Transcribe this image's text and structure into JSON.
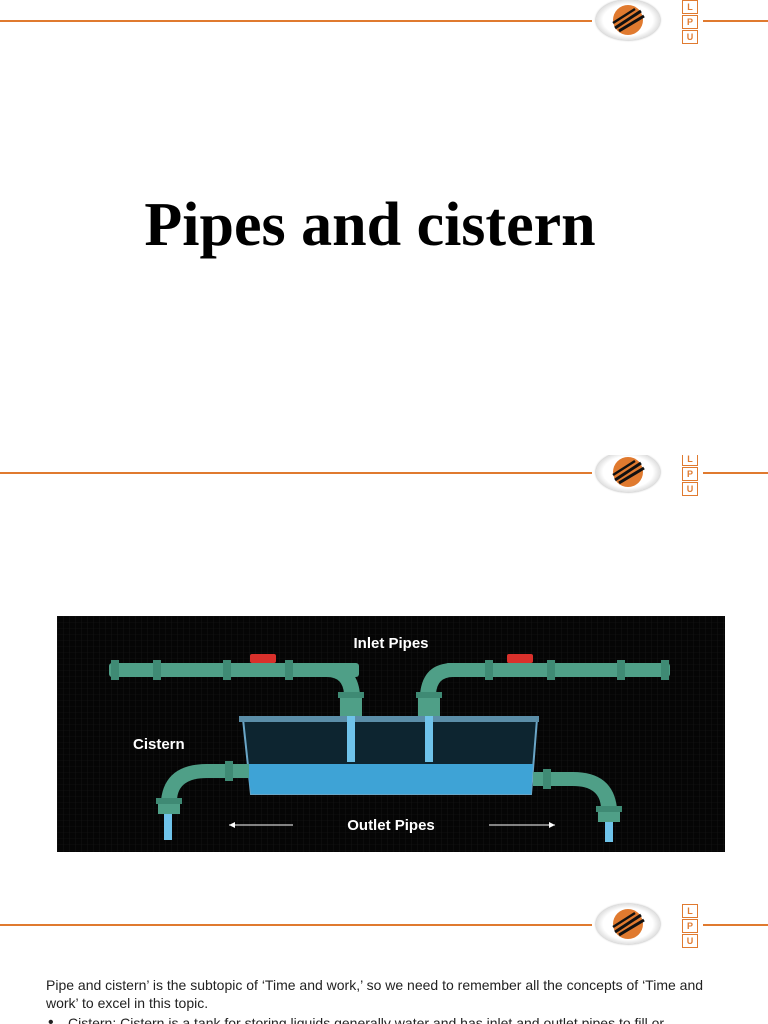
{
  "colors": {
    "accent": "#e07a2f",
    "diagram_bg": "#050505",
    "pipe": "#4f9f87",
    "water": "#3ea3d6",
    "valve": "#d9302b"
  },
  "logo": {
    "letters": [
      "L",
      "P",
      "U"
    ],
    "icon": "lpu-logo-icon"
  },
  "slide1": {
    "title": "Pipes and cistern"
  },
  "slide2": {
    "diagram": {
      "label_inlet": "Inlet Pipes",
      "label_cistern": "Cistern",
      "label_outlet": "Outlet Pipes"
    }
  },
  "slide3": {
    "intro": "Pipe and cistern’ is the subtopic of ‘Time and work,’ so we need to remember all the concepts of ‘Time and work’ to excel in this topic.",
    "bullet_term": "Cistern:",
    "bullet_text": " Cistern is a tank for storing liquids generally water and has inlet and outlet pipes to fill or"
  }
}
